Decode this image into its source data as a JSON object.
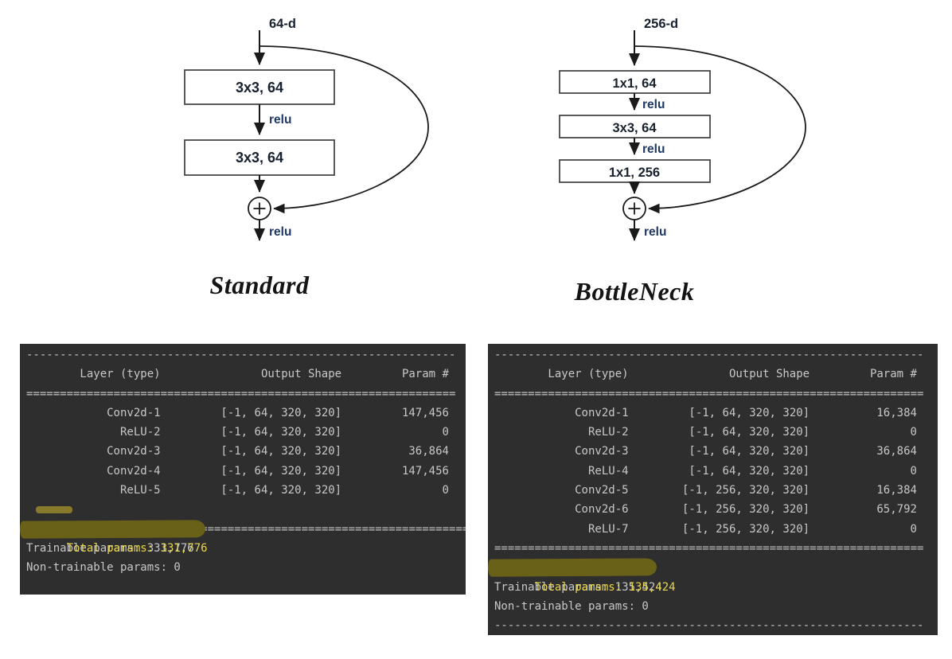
{
  "diagrams": {
    "standard": {
      "input_label": "64-d",
      "layers": [
        "3x3, 64",
        "3x3, 64"
      ],
      "relu_label": "relu",
      "caption": "Standard"
    },
    "bottleneck": {
      "input_label": "256-d",
      "layers": [
        "1x1, 64",
        "3x3, 64",
        "1x1, 256"
      ],
      "relu_label": "relu",
      "caption": "BottleNeck"
    }
  },
  "separators": {
    "dash": "----------------------------------------------------------------",
    "eq": "================================================================"
  },
  "terminals": {
    "left": {
      "header": {
        "layer": "Layer (type)",
        "shape": "Output Shape",
        "param": "Param #"
      },
      "rows": [
        {
          "layer": "Conv2d-1",
          "shape": "[-1, 64, 320, 320]",
          "param": "147,456"
        },
        {
          "layer": "ReLU-2",
          "shape": "[-1, 64, 320, 320]",
          "param": "0"
        },
        {
          "layer": "Conv2d-3",
          "shape": "[-1, 64, 320, 320]",
          "param": "36,864"
        },
        {
          "layer": "Conv2d-4",
          "shape": "[-1, 64, 320, 320]",
          "param": "147,456"
        },
        {
          "layer": "ReLU-5",
          "shape": "[-1, 64, 320, 320]",
          "param": "0"
        }
      ],
      "total_line": "Total params: 331,776",
      "trainable_line": "Trainable params: 331,776",
      "non_trainable_line": "Non-trainable params: 0"
    },
    "right": {
      "header": {
        "layer": "Layer (type)",
        "shape": "Output Shape",
        "param": "Param #"
      },
      "rows": [
        {
          "layer": "Conv2d-1",
          "shape": "[-1, 64, 320, 320]",
          "param": "16,384"
        },
        {
          "layer": "ReLU-2",
          "shape": "[-1, 64, 320, 320]",
          "param": "0"
        },
        {
          "layer": "Conv2d-3",
          "shape": "[-1, 64, 320, 320]",
          "param": "36,864"
        },
        {
          "layer": "ReLU-4",
          "shape": "[-1, 64, 320, 320]",
          "param": "0"
        },
        {
          "layer": "Conv2d-5",
          "shape": "[-1, 256, 320, 320]",
          "param": "16,384"
        },
        {
          "layer": "Conv2d-6",
          "shape": "[-1, 256, 320, 320]",
          "param": "65,792"
        },
        {
          "layer": "ReLU-7",
          "shape": "[-1, 256, 320, 320]",
          "param": "0"
        }
      ],
      "total_line": "Total params: 135,424",
      "trainable_line": "Trainable params: 135,424",
      "non_trainable_line": "Non-trainable params: 0"
    }
  },
  "colors": {
    "terminal_bg": "#2e2e2e",
    "terminal_text": "#c8c8c8",
    "highlight_bg": "#6a6118",
    "highlight_text": "#e9d64c",
    "relu_text": "#1f3864",
    "diagram_text": "#18222e",
    "arrow": "#1a1a1a"
  }
}
